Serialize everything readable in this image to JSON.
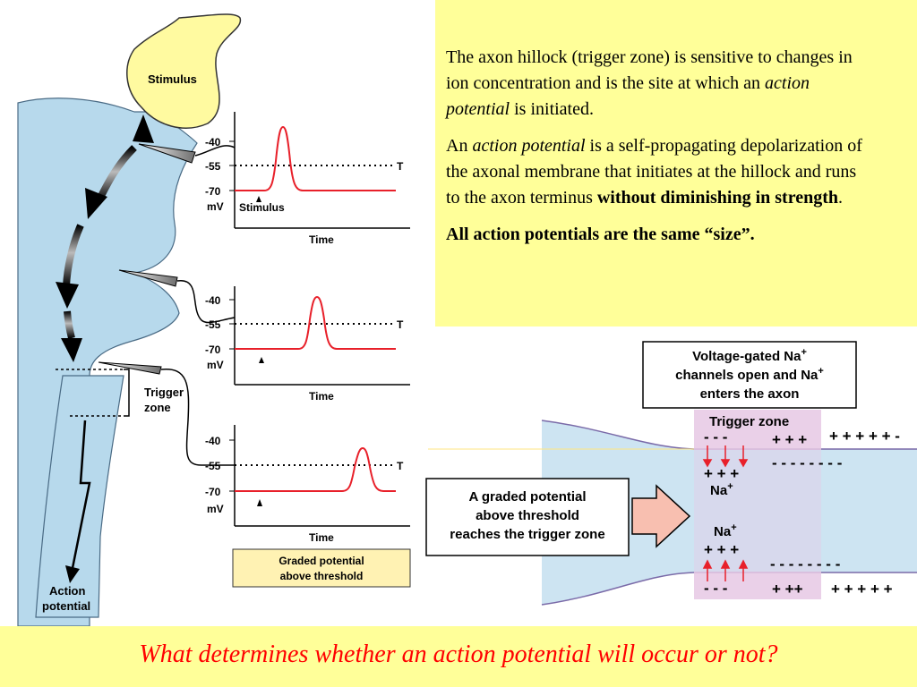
{
  "paragraph1": {
    "part1": "The axon hillock (trigger zone) is sensitive to changes in ion concentration and is the site at which an ",
    "italic": "action potential",
    "part2": " is initiated."
  },
  "paragraph2": {
    "part1": "An ",
    "italic": "action potential",
    "part2": " is a self-propagating depolarization of the axonal membrane that initiates at the hillock and runs to the axon terminus ",
    "bold": "without diminishing in strength",
    "part3": "."
  },
  "paragraph3": "All action potentials are the same “size”.",
  "question": "What determines whether an action potential will occur or not?",
  "neuron_figure": {
    "stimulus_label": "Stimulus",
    "trigger_zone_label_line1": "Trigger",
    "trigger_zone_label_line2": "zone",
    "action_potential_line1": "Action",
    "action_potential_line2": "potential",
    "threshold_label": "T",
    "units_label": "mV",
    "tick_labels": [
      "-40",
      "-55",
      "-70"
    ],
    "x_axis_label": "Time",
    "graph1_marker_label": "Stimulus",
    "caption_line1": "Graded potential",
    "caption_line2": "above threshold"
  },
  "axon_figure": {
    "top_box_line1": "Voltage-gated Na",
    "top_box_line1_sup": "+",
    "top_box_line2": "channels open and Na",
    "top_box_line2_sup": "+",
    "top_box_line3": "enters the axon",
    "trigger_zone_label": "Trigger zone",
    "left_box_line1": "A graded potential",
    "left_box_line2": "above threshold",
    "left_box_line3": "reaches the trigger zone",
    "na_label": "Na",
    "na_sup": "+",
    "top_minus": "-  -  -",
    "top_plus_short": "+ + +",
    "top_plus_long": "+ + + + + -",
    "inner_top_plus": "+ + +",
    "inner_top_minus": "- - - - - - - -",
    "inner_bottom_plus": "+ + +",
    "inner_bottom_minus": "- - - - - - - -",
    "bottom_minus": "-  -  -",
    "bottom_plus_short": "+ ++",
    "bottom_plus_long": "+ + + + +"
  },
  "colors": {
    "neuron_fill": "#b7d9ec",
    "stimulus_fill": "#fffaa0",
    "trace": "#e8202a",
    "trigger_zone_band": "#e6c8e4",
    "arrow_fill": "#f8bfb0",
    "caption_fill": "#fff2b3",
    "text_red": "#ff0000",
    "yellow": "#ffff99"
  }
}
